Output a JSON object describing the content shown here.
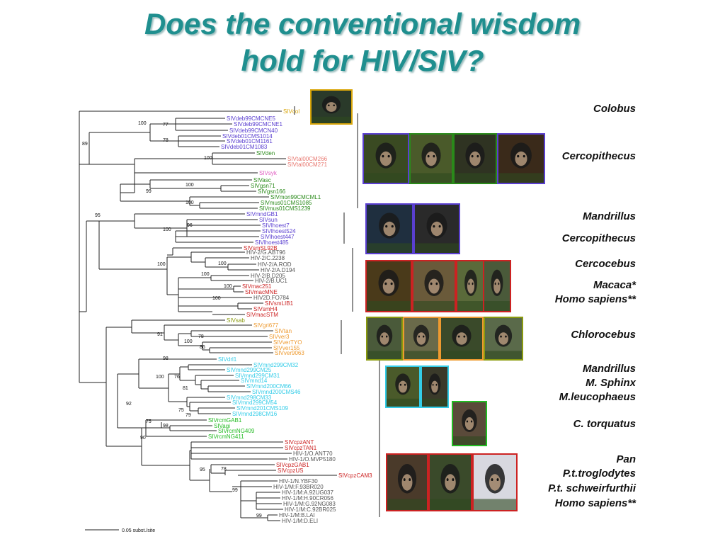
{
  "title": {
    "line1": "Does the conventional wisdom",
    "line2": "hold for HIV/SIV?"
  },
  "scale_label": "0.05 subst./site",
  "colors": {
    "purple": "#5a3fd0",
    "green": "#2a8a1a",
    "salmon": "#e8776f",
    "pink": "#e05cc0",
    "red": "#cc2222",
    "gray": "#555555",
    "olive": "#8a9a10",
    "orange": "#ee9a30",
    "cyan": "#33cce8",
    "lime": "#22bb22",
    "yellow": "#d9a60a",
    "title": "#1f8f8f"
  },
  "taxa": [
    {
      "label": "SIVcol",
      "color": "yellow"
    },
    {
      "label": "SIVdeb99CMCNE5",
      "color": "purple"
    },
    {
      "label": "SIVdeb99CMCNE1",
      "color": "purple"
    },
    {
      "label": "SIVdeb99CMCN40",
      "color": "purple"
    },
    {
      "label": "SIVdeb01CMS1014",
      "color": "purple"
    },
    {
      "label": "SIVdeb01CM1161",
      "color": "purple"
    },
    {
      "label": "SIVdeb01CM1083",
      "color": "purple"
    },
    {
      "label": "SIVden",
      "color": "green"
    },
    {
      "label": "SIVtal00CM266",
      "color": "salmon"
    },
    {
      "label": "SIVtal00CM271",
      "color": "salmon"
    },
    {
      "label": "SIVsyk",
      "color": "pink"
    },
    {
      "label": "SIVasc",
      "color": "green"
    },
    {
      "label": "SIVgsn71",
      "color": "green"
    },
    {
      "label": "SIVgsn166",
      "color": "green"
    },
    {
      "label": "SIVmon99CMCML1",
      "color": "green"
    },
    {
      "label": "SIVmus01CMS1085",
      "color": "green"
    },
    {
      "label": "SIVmus01CMS1239",
      "color": "green"
    },
    {
      "label": "SIVmndGB1",
      "color": "purple"
    },
    {
      "label": "SIVsun",
      "color": "purple"
    },
    {
      "label": "SIVlhoest7",
      "color": "purple"
    },
    {
      "label": "SIVlhoest524",
      "color": "purple"
    },
    {
      "label": "SIVlhoest447",
      "color": "purple"
    },
    {
      "label": "SIVlhoest485",
      "color": "purple"
    },
    {
      "label": "SIVsmSL92B",
      "color": "red"
    },
    {
      "label": "HIV-2/G.ABT96",
      "color": "gray"
    },
    {
      "label": "HIV-2/C.2238",
      "color": "gray"
    },
    {
      "label": "HIV-2/A.ROD",
      "color": "gray"
    },
    {
      "label": "HIV-2/A.D194",
      "color": "gray"
    },
    {
      "label": "HIV-2/B.D205",
      "color": "gray"
    },
    {
      "label": "HIV-2/B.UC1",
      "color": "gray"
    },
    {
      "label": "SIVmac251",
      "color": "red"
    },
    {
      "label": "SIVmacMNE",
      "color": "red"
    },
    {
      "label": "HIV2D.FO784",
      "color": "gray"
    },
    {
      "label": "SIVsmLIB1",
      "color": "red"
    },
    {
      "label": "SIVsmH4",
      "color": "red"
    },
    {
      "label": "SIVmacSTM",
      "color": "red"
    },
    {
      "label": "SIVsab",
      "color": "olive"
    },
    {
      "label": "SIVgri677",
      "color": "orange"
    },
    {
      "label": "SIVtan",
      "color": "orange"
    },
    {
      "label": "SIVver3",
      "color": "orange"
    },
    {
      "label": "SIVverTYO",
      "color": "orange"
    },
    {
      "label": "SIVver155",
      "color": "orange"
    },
    {
      "label": "SIVver9063",
      "color": "orange"
    },
    {
      "label": "SIVdrl1",
      "color": "cyan"
    },
    {
      "label": "SIVmnd299CM32",
      "color": "cyan"
    },
    {
      "label": "SIVmnd299CM25",
      "color": "cyan"
    },
    {
      "label": "SIVmnd299CM31",
      "color": "cyan"
    },
    {
      "label": "SIVmnd14",
      "color": "cyan"
    },
    {
      "label": "SIVmnd200CM66",
      "color": "cyan"
    },
    {
      "label": "SIVmnd200CMS46",
      "color": "cyan"
    },
    {
      "label": "SIVmnd298CM33",
      "color": "cyan"
    },
    {
      "label": "SIVmnd299CM54",
      "color": "cyan"
    },
    {
      "label": "SIVmnd201CMS109",
      "color": "cyan"
    },
    {
      "label": "SIVmnd298CM16",
      "color": "cyan"
    },
    {
      "label": "SIVrcmGAB1",
      "color": "lime"
    },
    {
      "label": "SIVagi",
      "color": "lime"
    },
    {
      "label": "SIVrcmNG409",
      "color": "lime"
    },
    {
      "label": "SIVrcmNG411",
      "color": "lime"
    },
    {
      "label": "SIVcpzANT",
      "color": "red"
    },
    {
      "label": "SIVcpzTAN1",
      "color": "red"
    },
    {
      "label": "HIV-1/O.ANT70",
      "color": "gray"
    },
    {
      "label": "HIV-1/O.MVP5180",
      "color": "gray"
    },
    {
      "label": "SIVcpzGAB1",
      "color": "red"
    },
    {
      "label": "SIVcpzUS",
      "color": "red"
    },
    {
      "label": "SIVcpzCAM3",
      "color": "red"
    },
    {
      "label": "HIV-1/N.YBF30",
      "color": "gray"
    },
    {
      "label": "HIV-1/M:F.93BR020",
      "color": "gray"
    },
    {
      "label": "HIV-1/M:A.92UG037",
      "color": "gray"
    },
    {
      "label": "HIV-1/M:H.90CR056",
      "color": "gray"
    },
    {
      "label": "HIV-1/M:G.92NG083",
      "color": "gray"
    },
    {
      "label": "HIV-1/M:C.92BR025",
      "color": "gray"
    },
    {
      "label": "HIV-1/M:B.LAI",
      "color": "gray"
    },
    {
      "label": "HIV-1/M:D.ELI",
      "color": "gray"
    }
  ],
  "bootstrap": [
    "100",
    "77",
    "78",
    "89",
    "100",
    "99",
    "100",
    "100",
    "95",
    "96",
    "100",
    "100",
    "100",
    "100",
    "100",
    "100",
    "91",
    "78",
    "100",
    "86",
    "98",
    "100",
    "76",
    "81",
    "75",
    "79",
    "75",
    "98",
    "90",
    "92",
    "95",
    "78",
    "99",
    "99"
  ],
  "hosts": [
    {
      "label": "Colobus"
    },
    {
      "label": "Cercopithecus"
    },
    {
      "label": "Mandrillus"
    },
    {
      "label": "Cercopithecus"
    },
    {
      "label": "Cercocebus"
    },
    {
      "label": "Macaca*"
    },
    {
      "label": "Homo sapiens**"
    },
    {
      "label": "Chlorocebus"
    },
    {
      "label": "Mandrillus"
    },
    {
      "label": "M. Sphinx"
    },
    {
      "label": "M.leucophaeus"
    },
    {
      "label": "C. torquatus"
    },
    {
      "label": "Pan"
    },
    {
      "label": "P.t.troglodytes"
    },
    {
      "label": "P.t. schweirfurthii"
    },
    {
      "label": "Homo sapiens**"
    }
  ],
  "photos": [
    {
      "icon": "colobus-photo-icon",
      "border": "#d9a60a"
    },
    {
      "icon": "cercopithecus-photo-icon-1",
      "border": "#5a3fd0"
    },
    {
      "icon": "cercopithecus-photo-icon-2",
      "border": "#2a8a1a"
    },
    {
      "icon": "cercopithecus-photo-icon-3",
      "border": "#2a8a1a"
    },
    {
      "icon": "cercopithecus-photo-icon-4",
      "border": "#5a3fd0"
    },
    {
      "icon": "mandrill-photo-icon",
      "border": "#5a3fd0"
    },
    {
      "icon": "lhoest-photo-icon",
      "border": "#5a3fd0"
    },
    {
      "icon": "mangabey-photo-icon",
      "border": "#cc2222"
    },
    {
      "icon": "macaque-photo-icon",
      "border": "#cc2222"
    },
    {
      "icon": "humans-photo-icon-1",
      "border": "#cc2222"
    },
    {
      "icon": "humans-photo-icon-2",
      "border": "#cc2222"
    },
    {
      "icon": "vervet-photo-icon-1",
      "border": "#8a9a10"
    },
    {
      "icon": "vervet-photo-icon-2",
      "border": "#ee9a30"
    },
    {
      "icon": "vervet-photo-icon-3",
      "border": "#ee9a30"
    },
    {
      "icon": "vervet-photo-icon-4",
      "border": "#8a9a10"
    },
    {
      "icon": "mandrill-face-photo-icon-1",
      "border": "#33cce8"
    },
    {
      "icon": "mandrill-face-photo-icon-2",
      "border": "#33cce8"
    },
    {
      "icon": "red-capped-mangabey-photo-icon",
      "border": "#22bb22"
    },
    {
      "icon": "chimp-photo-icon-1",
      "border": "#cc2222"
    },
    {
      "icon": "chimp-photo-icon-2",
      "border": "#cc2222"
    },
    {
      "icon": "human-photo-icon",
      "border": "#cc2222"
    }
  ]
}
